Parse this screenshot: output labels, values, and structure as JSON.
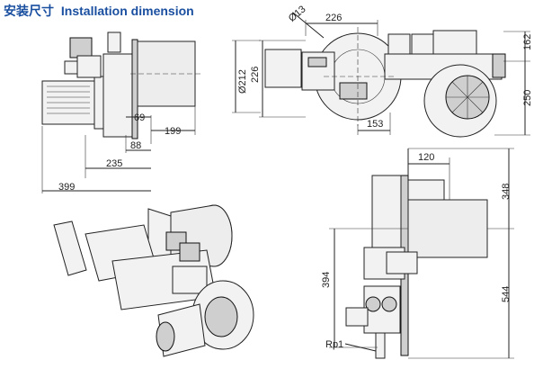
{
  "title": {
    "cn": "安装尺寸",
    "en": "Installation dimension"
  },
  "views": {
    "side": {
      "dims": {
        "d_69": "69",
        "d_199": "199",
        "d_88": "88",
        "d_235": "235",
        "d_399": "399"
      }
    },
    "front": {
      "dims": {
        "d_13": "Ø13",
        "d_226_top": "226",
        "d_226_left": "226",
        "d_212": "Ø212",
        "d_153": "153",
        "d_162": "162",
        "d_250": "250"
      }
    },
    "elevation": {
      "dims": {
        "d_120": "120",
        "d_348": "348",
        "d_394": "394",
        "d_544": "544",
        "rp": "Rp1"
      }
    }
  }
}
